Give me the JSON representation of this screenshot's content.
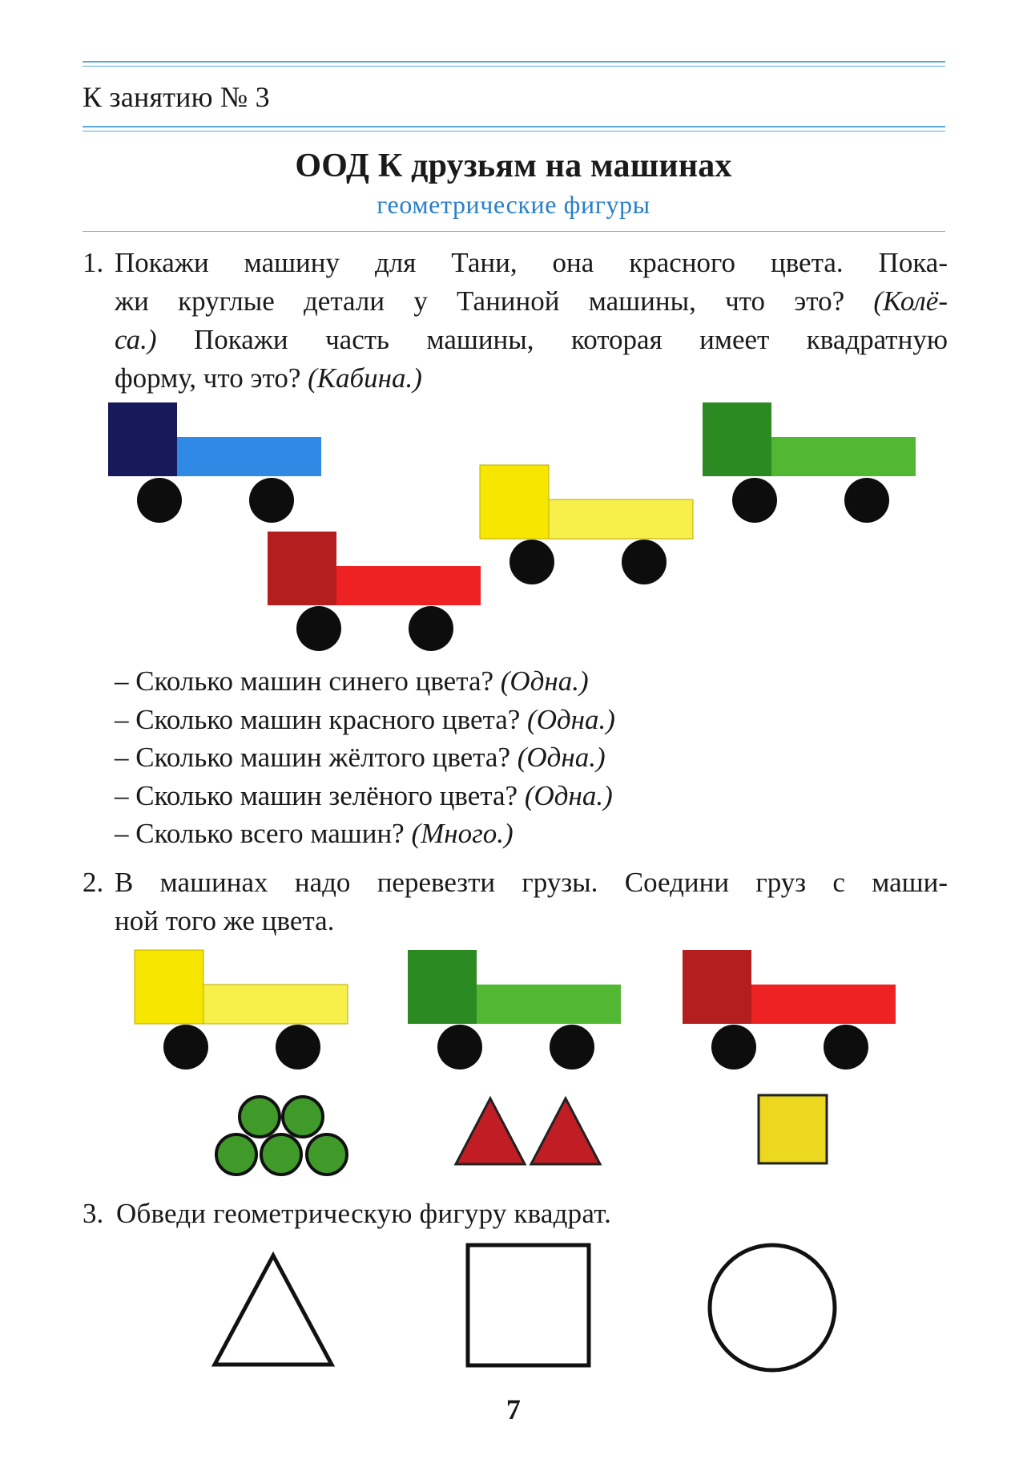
{
  "header": {
    "lesson": "К занятию № 3",
    "title": "ООД К друзьям на машинах",
    "subtitle": "геометрические фигуры"
  },
  "task1": {
    "number": "1.",
    "lines": [
      [
        {
          "t": "Покажи машину для Тани, она красного цвета. Пока-",
          "i": false
        }
      ],
      [
        {
          "t": "жи круглые детали у Таниной машины, что это? ",
          "i": false
        },
        {
          "t": "(Колё-",
          "i": true
        }
      ],
      [
        {
          "t": "са.)",
          "i": true
        },
        {
          "t": " Покажи часть машины, которая имеет квадратную",
          "i": false
        }
      ],
      [
        {
          "t": "форму, что это? ",
          "i": false
        },
        {
          "t": "(Кабина.)",
          "i": true
        }
      ]
    ],
    "questions": [
      {
        "q": "– Сколько машин синего цвета? ",
        "a": "(Одна.)"
      },
      {
        "q": "– Сколько машин красного цвета? ",
        "a": "(Одна.)"
      },
      {
        "q": "– Сколько машин жёлтого цвета? ",
        "a": "(Одна.)"
      },
      {
        "q": "– Сколько машин зелёного цвета? ",
        "a": "(Одна.)"
      },
      {
        "q": "– Сколько всего машин? ",
        "a": "(Много.)"
      }
    ]
  },
  "task2": {
    "number": "2.",
    "lines": [
      "В машинах надо перевезти грузы. Соедини груз с маши-",
      "ной того же цвета."
    ]
  },
  "task3": {
    "number": "3.",
    "text": "Обведи геометрическую фигуру квадрат."
  },
  "page_number": "7",
  "colors": {
    "rule": "#5aaad8",
    "subtitle": "#2a7fc8",
    "blue_cab": "#17195a",
    "blue_body": "#2f8ae6",
    "green_cab": "#2c8a22",
    "green_body": "#52b834",
    "yellow_cab": "#f6e600",
    "yellow_body": "#f8f04a",
    "red_cab": "#b41e1e",
    "red_body": "#ee2222",
    "wheel": "#0d0d0d",
    "cargo_green": "#3f9a2a",
    "cargo_red": "#c01e24",
    "cargo_yellow": "#ecd81e"
  }
}
